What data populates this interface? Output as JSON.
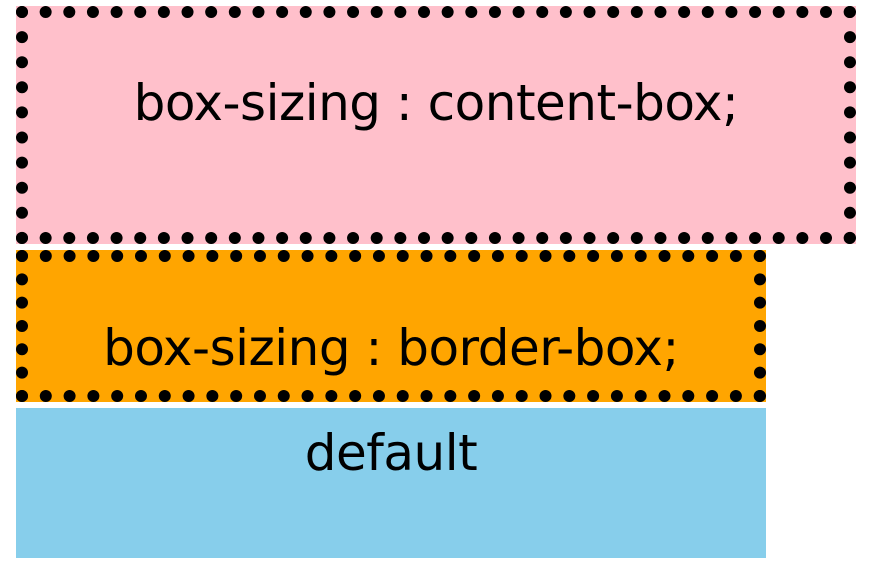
{
  "boxes": {
    "content_box": {
      "label": "box-sizing : content-box;",
      "background_color": "#ffc0cb",
      "border_color": "#000000",
      "border_style": "dotted"
    },
    "border_box": {
      "label": "box-sizing : border-box;",
      "background_color": "#ffa500",
      "border_color": "#000000",
      "border_style": "dotted"
    },
    "default_box": {
      "label": "default",
      "background_color": "#87ceeb"
    }
  }
}
